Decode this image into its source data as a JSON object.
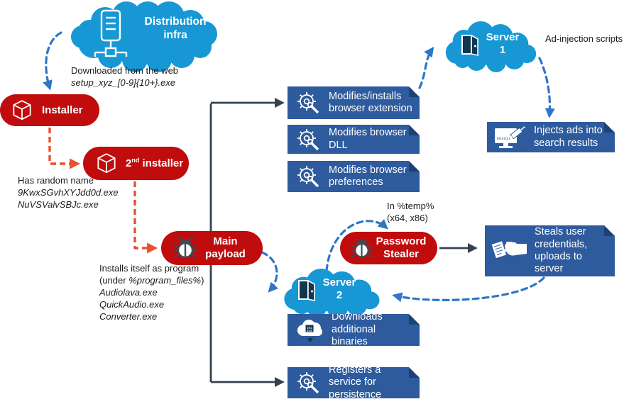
{
  "colors": {
    "cloud_blue": "#1798D5",
    "box_blue": "#2E5B9D",
    "fold_blue": "#1E4173",
    "node_red": "#C00C0D",
    "arrow_blue": "#2E76C7",
    "arrow_orange_red": "#E8502E",
    "arrow_dark": "#364150"
  },
  "clouds": {
    "distribution": {
      "label": "Distribution\ninfra",
      "icon": "server-rack-icon"
    },
    "server1": {
      "label": "Server\n1",
      "icon": "open-door-icon"
    },
    "server2": {
      "label": "Server\n2",
      "icon": "open-door-icon"
    }
  },
  "red_nodes": {
    "installer": {
      "label": "Installer",
      "icon": "package-box-icon"
    },
    "second_installer": {
      "num": "2",
      "sup": "nd",
      "rest": " installer",
      "icon": "package-box-icon"
    },
    "main_payload": {
      "label": "Main\npayload",
      "icon": "bug-icon"
    },
    "password_stealer": {
      "label": "Password\nStealer",
      "icon": "bug-icon"
    }
  },
  "blue_boxes": {
    "modifies_extension": {
      "label": "Modifies/installs browser extension",
      "icon": "gear-wrench-icon"
    },
    "modifies_dll": {
      "label": "Modifies browser DLL",
      "icon": "gear-wrench-icon"
    },
    "modifies_preferences": {
      "label": "Modifies browser preferences",
      "icon": "gear-wrench-icon"
    },
    "injects_ads": {
      "label": "Injects ads into search results",
      "icon": "monitor-syringe-icon",
      "screen_text": "001011"
    },
    "steals_credentials": {
      "label": "Steals user credentials, uploads to server",
      "icon": "hand-documents-icon"
    },
    "downloads_binaries": {
      "label": "Downloads additional binaries",
      "icon": "cloud-download-icon"
    },
    "registers_service": {
      "label": "Registers a service for persistence",
      "icon": "gear-wrench-icon"
    }
  },
  "notes": {
    "downloaded": {
      "line1": "Downloaded from the web",
      "file1": "setup_xyz_[0-9]{10+}.exe"
    },
    "random_name": {
      "line1": "Has random name",
      "file1": "9KwxSGvhXYJdd0d.exe",
      "file2": "NuVSValvSBJc.exe"
    },
    "installs": {
      "line1": "Installs itself as program",
      "line2_prefix": "(under ",
      "line2_em": "%program_files%",
      "line2_suffix": ")",
      "file1": "Audiolava.exe",
      "file2": "QuickAudio.exe",
      "file3": "Converter.exe"
    },
    "temp": {
      "line1": "In %temp%",
      "line2": "(x64, x86)"
    },
    "ad_injection": "Ad-injection scripts"
  }
}
